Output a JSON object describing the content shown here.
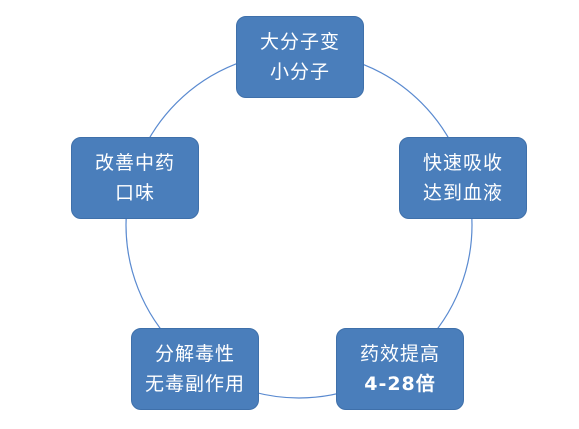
{
  "diagram": {
    "ring_color": "#5a8ad0",
    "box_color": "#4a7ebb",
    "nodes": [
      {
        "line1": "大分子变",
        "line2": "小分子"
      },
      {
        "line1": "快速吸收",
        "line2": "达到血液"
      },
      {
        "line1": "药效提高",
        "line2": "4-28倍"
      },
      {
        "line1": "分解毒性",
        "line2": "无毒副作用"
      },
      {
        "line1": "改善中药",
        "line2": "口味"
      }
    ]
  }
}
